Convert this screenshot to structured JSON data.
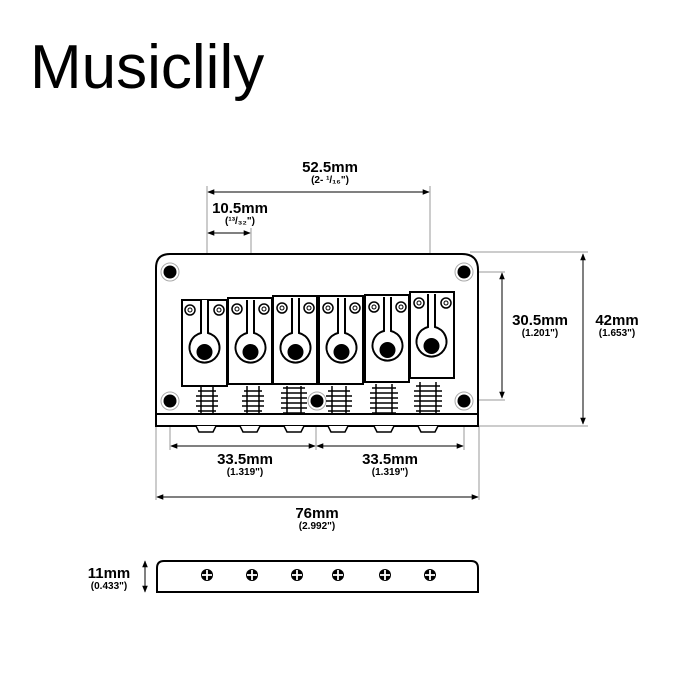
{
  "brand": {
    "title": "Musiclily"
  },
  "dimensions": {
    "saddle_span": {
      "mm": "52.5mm",
      "inch": "(2- ¹/₁₆\")"
    },
    "string_spacing": {
      "mm": "10.5mm",
      "inch": "(¹³/₃₂\")"
    },
    "mount_hole_vertical": {
      "mm": "30.5mm",
      "inch": "(1.201\")"
    },
    "base_height": {
      "mm": "42mm",
      "inch": "(1.653\")"
    },
    "left_hole_span": {
      "mm": "33.5mm",
      "inch": "(1.319\")"
    },
    "right_hole_span": {
      "mm": "33.5mm",
      "inch": "(1.319\")"
    },
    "total_width": {
      "mm": "76mm",
      "inch": "(2.992\")"
    },
    "side_thickness": {
      "mm": "11mm",
      "inch": "(0.433\")"
    }
  },
  "components": {
    "saddle_count": 6,
    "mounting_holes": 5,
    "side_view_screws": 6
  }
}
